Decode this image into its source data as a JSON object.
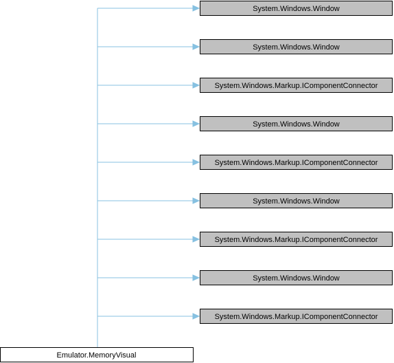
{
  "diagram": {
    "derived": {
      "label": "Emulator.MemoryVisual"
    },
    "bases": [
      {
        "label": "System.Windows.Window"
      },
      {
        "label": "System.Windows.Window"
      },
      {
        "label": "System.Windows.Markup.IComponentConnector"
      },
      {
        "label": "System.Windows.Window"
      },
      {
        "label": "System.Windows.Markup.IComponentConnector"
      },
      {
        "label": "System.Windows.Window"
      },
      {
        "label": "System.Windows.Markup.IComponentConnector"
      },
      {
        "label": "System.Windows.Window"
      },
      {
        "label": "System.Windows.Markup.IComponentConnector"
      }
    ],
    "colors": {
      "base_fill": "#c0c0c0",
      "derived_fill": "#ffffff",
      "edge": "#87c1e1",
      "border": "#000000"
    }
  }
}
